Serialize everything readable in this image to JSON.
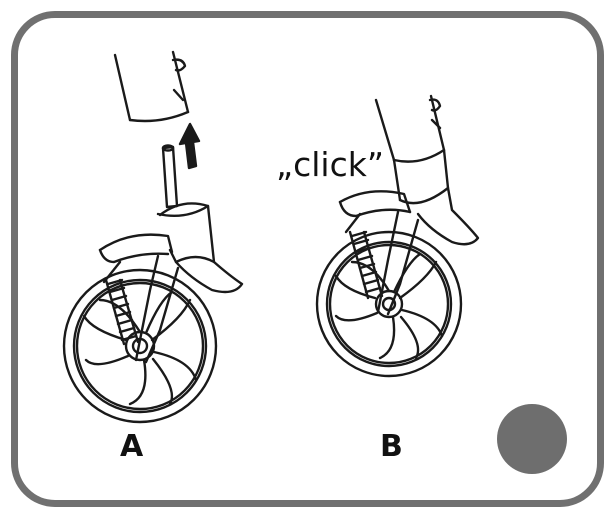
{
  "panel_a": {
    "label": "A"
  },
  "panel_b": {
    "label": "B",
    "sound_text": "„click”"
  },
  "colors": {
    "frame": "#707070",
    "line": "#1a1a1a",
    "dot": "#6e6e6e"
  },
  "icons": {
    "arrow": "up-arrow-icon",
    "wheel": "wheel-icon"
  }
}
